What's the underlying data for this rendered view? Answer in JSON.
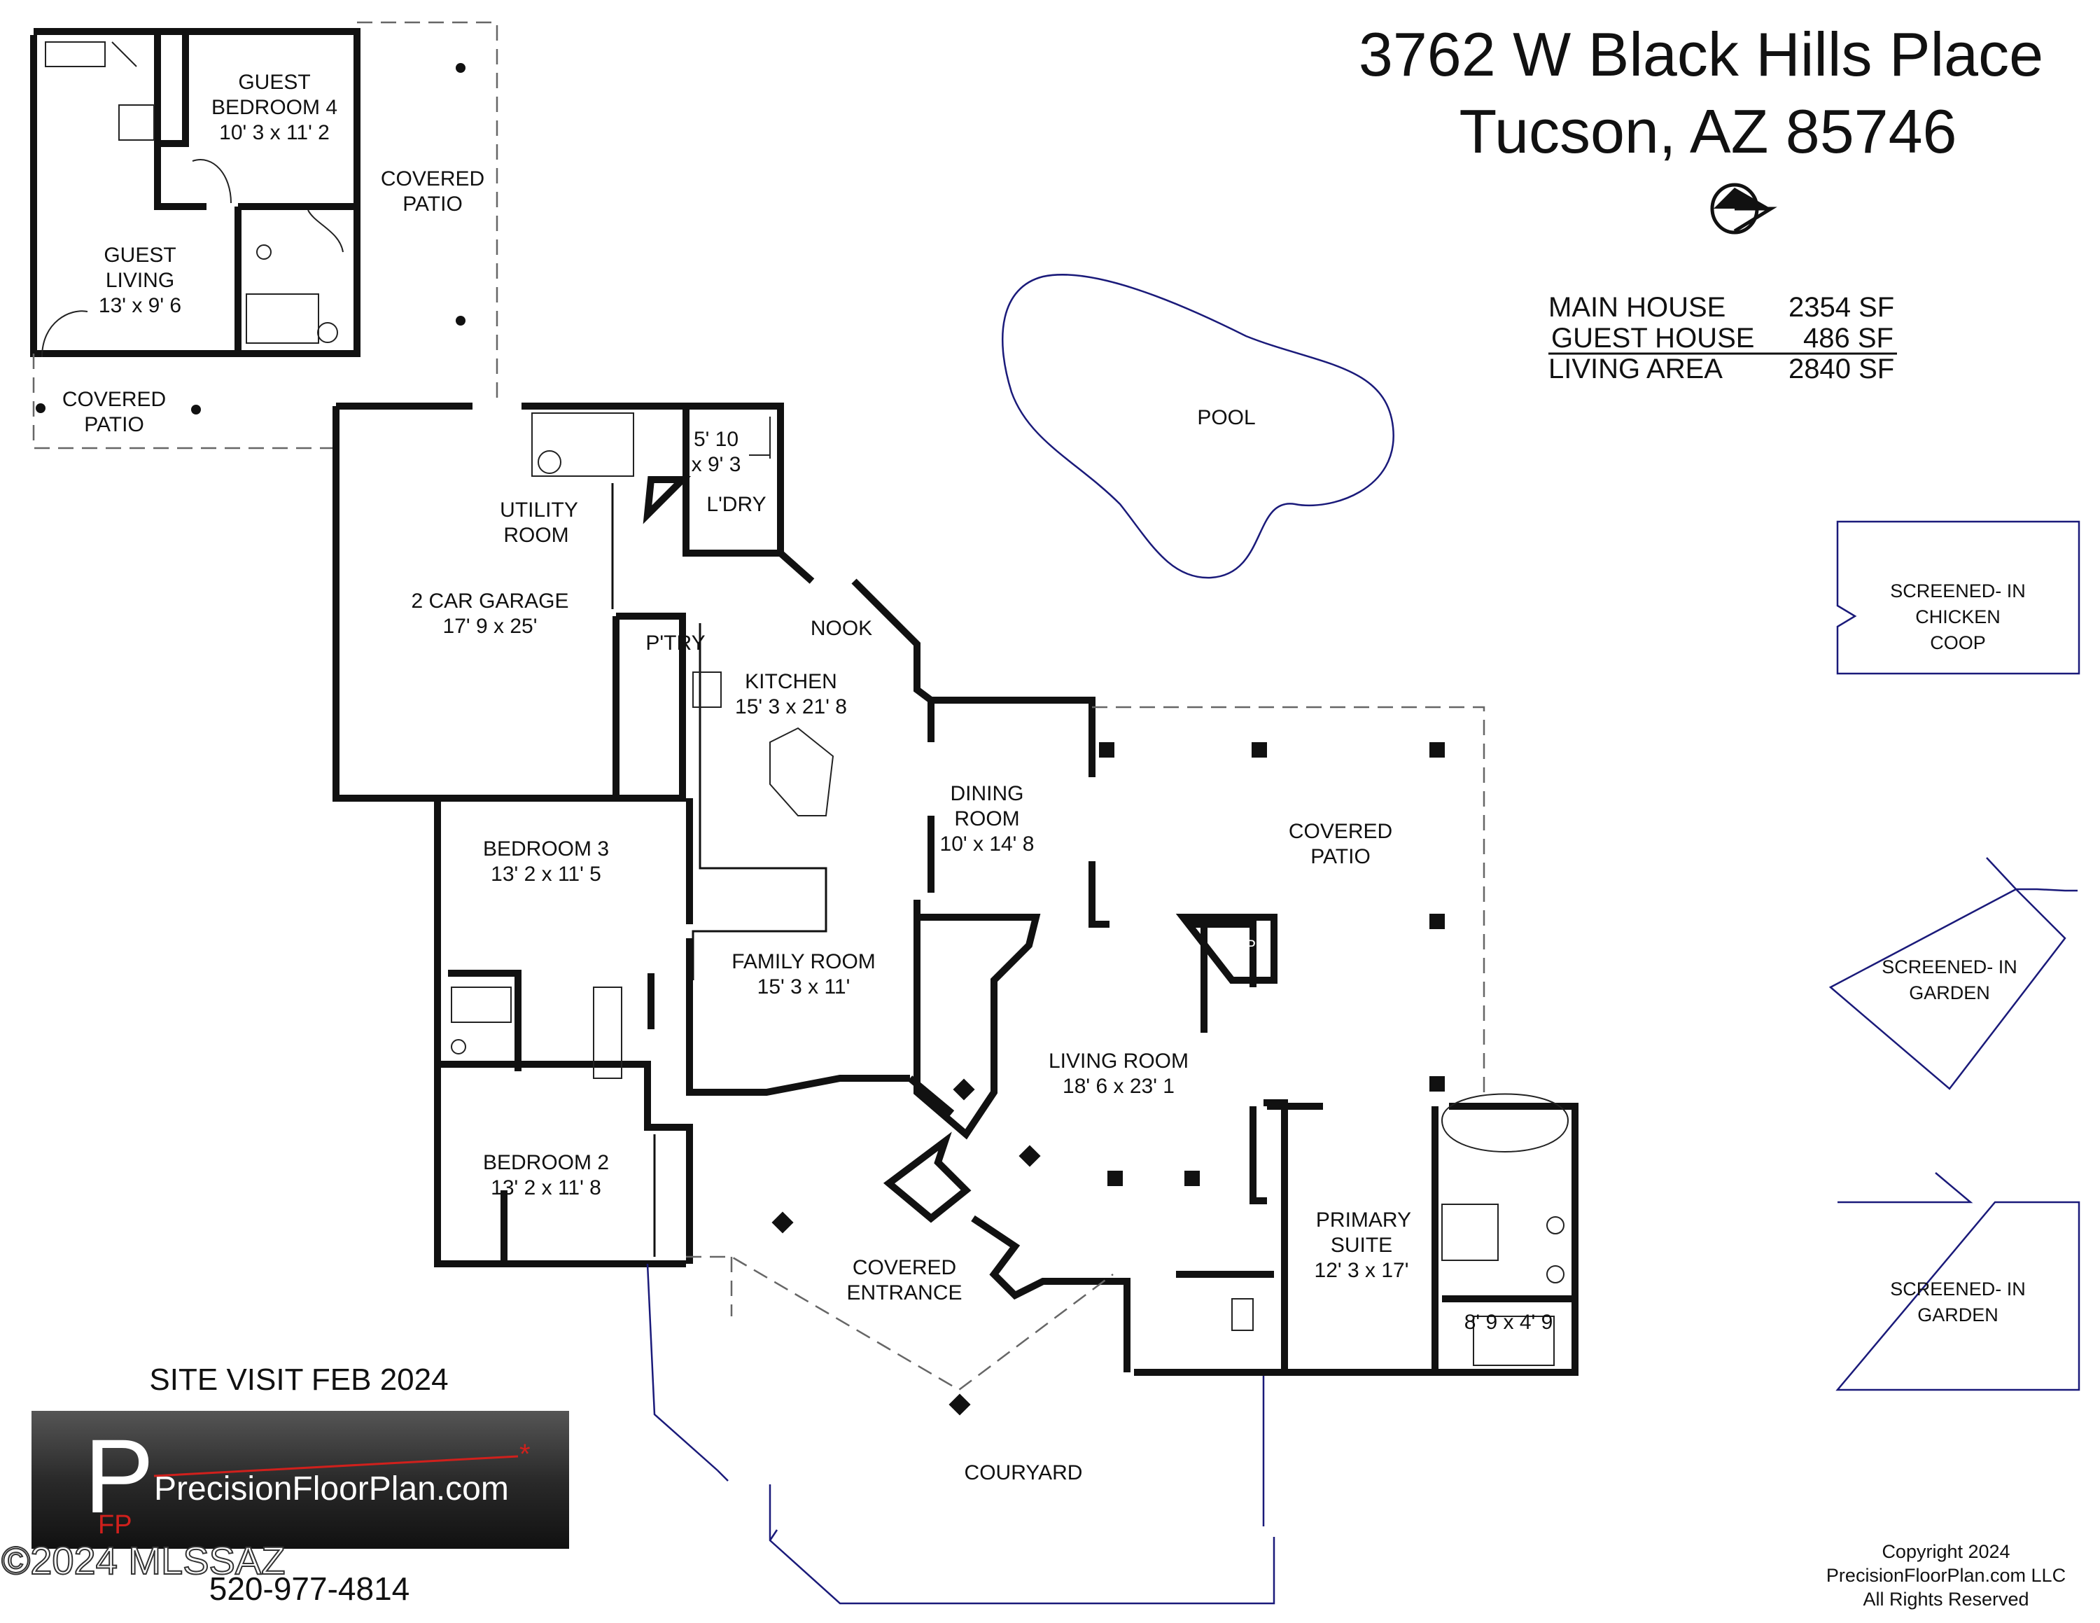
{
  "header": {
    "address_line1": "3762 W Black Hills Place",
    "address_line2": "Tucson, AZ  85746"
  },
  "compass": {
    "icon": "north-arrow-icon"
  },
  "areas": [
    {
      "label": "MAIN HOUSE",
      "value": "2354 SF"
    },
    {
      "label": "GUEST HOUSE",
      "value": "486 SF"
    },
    {
      "label": "LIVING AREA",
      "value": "2840 SF"
    }
  ],
  "rooms": {
    "guest_bedroom4": {
      "line1": "GUEST",
      "line2": "BEDROOM 4",
      "dim": "10' 3 x 11' 2"
    },
    "covered_patio_guest": {
      "line1": "COVERED",
      "line2": "PATIO"
    },
    "guest_living": {
      "line1": "GUEST",
      "line2": "LIVING",
      "dim": "13' x 9' 6"
    },
    "covered_patio_left": {
      "line1": "COVERED",
      "line2": "PATIO"
    },
    "utility": {
      "line1": "UTILITY",
      "line2": "ROOM"
    },
    "small_room": {
      "line1": "5' 10",
      "line2": "x 9' 3"
    },
    "laundry": {
      "name": "L'DRY"
    },
    "garage": {
      "name": "2 CAR GARAGE",
      "dim": "17' 9 x 25'"
    },
    "pantry": {
      "name": "P'TRY"
    },
    "nook": {
      "name": "NOOK"
    },
    "kitchen": {
      "name": "KITCHEN",
      "dim": "15' 3 x 21' 8"
    },
    "dining": {
      "line1": "DINING",
      "line2": "ROOM",
      "dim": "10' x 14' 8"
    },
    "covered_patio_main": {
      "line1": "COVERED",
      "line2": "PATIO"
    },
    "bedroom3": {
      "name": "BEDROOM 3",
      "dim": "13' 2 x 11' 5"
    },
    "family": {
      "name": "FAMILY ROOM",
      "dim": "15' 3 x 11'"
    },
    "fp1": {
      "name": "FP"
    },
    "fp2": {
      "name": "FP"
    },
    "living": {
      "name": "LIVING ROOM",
      "dim": "18' 6 x 23' 1"
    },
    "bedroom2": {
      "name": "BEDROOM 2",
      "dim": "13' 2 x 11' 8"
    },
    "primary": {
      "line1": "PRIMARY",
      "line2": "SUITE",
      "dim": "12' 3 x 17'"
    },
    "primary_bath": {
      "dim": "8' 9 x 4' 9"
    },
    "covered_entrance": {
      "line1": "COVERED",
      "line2": "ENTRANCE"
    },
    "courtyard": {
      "name": "COURYARD"
    },
    "pool": {
      "name": "POOL"
    }
  },
  "outbuildings": {
    "chicken_coop": {
      "line1": "SCREENED- IN",
      "line2": "CHICKEN",
      "line3": "COOP"
    },
    "garden1": {
      "line1": "SCREENED- IN",
      "line2": "GARDEN"
    },
    "garden2": {
      "line1": "SCREENED- IN",
      "line2": "GARDEN"
    }
  },
  "footer": {
    "site_visit": "SITE VISIT  FEB 2024",
    "logo_mark": "P",
    "logo_sub": "FP",
    "logo_name": "PrecisionFloorPlan.com",
    "watermark": "©2024 MLSSAZ",
    "phone": "520-977-4814",
    "copyright_line1": "Copyright 2024",
    "copyright_line2": "PrecisionFloorPlan.com LLC",
    "copyright_line3": "All Rights Reserved"
  },
  "colors": {
    "wall": "#111111",
    "outline_blue": "#1a1a7a",
    "logo_bg": "#2a2a2a",
    "logo_accent": "#d0201c"
  }
}
